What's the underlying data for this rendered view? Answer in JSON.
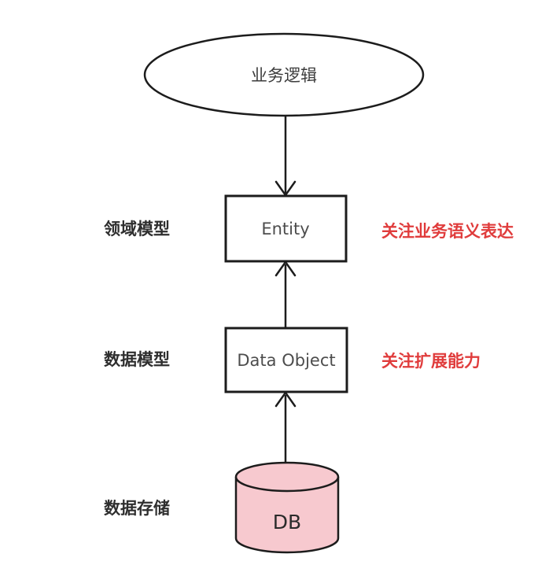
{
  "diagram": {
    "description": "Layered architecture diagram mapping domain layers to model objects",
    "colors": {
      "background": "#ffffff",
      "stroke": "#1c1c1c",
      "annotation_red": "#e03c3c",
      "db_fill": "#f7c9cf",
      "node_text": "#4d4d4d"
    },
    "nodes": {
      "business_logic": {
        "label": "业务逻辑",
        "shape": "ellipse"
      },
      "entity": {
        "label": "Entity",
        "shape": "rectangle"
      },
      "data_object": {
        "label": "Data Object",
        "shape": "rectangle"
      },
      "db": {
        "label": "DB",
        "shape": "cylinder"
      }
    },
    "layers": {
      "domain_model": {
        "label": "领域模型"
      },
      "data_model": {
        "label": "数据模型"
      },
      "data_storage": {
        "label": "数据存储"
      }
    },
    "annotations": {
      "entity_note": {
        "text": "关注业务语义表达"
      },
      "data_object_note": {
        "text": "关注扩展能力"
      }
    },
    "edges": [
      {
        "from": "business_logic",
        "to": "entity",
        "direction": "down"
      },
      {
        "from": "data_object",
        "to": "entity",
        "direction": "up"
      },
      {
        "from": "db",
        "to": "data_object",
        "direction": "up"
      }
    ]
  }
}
